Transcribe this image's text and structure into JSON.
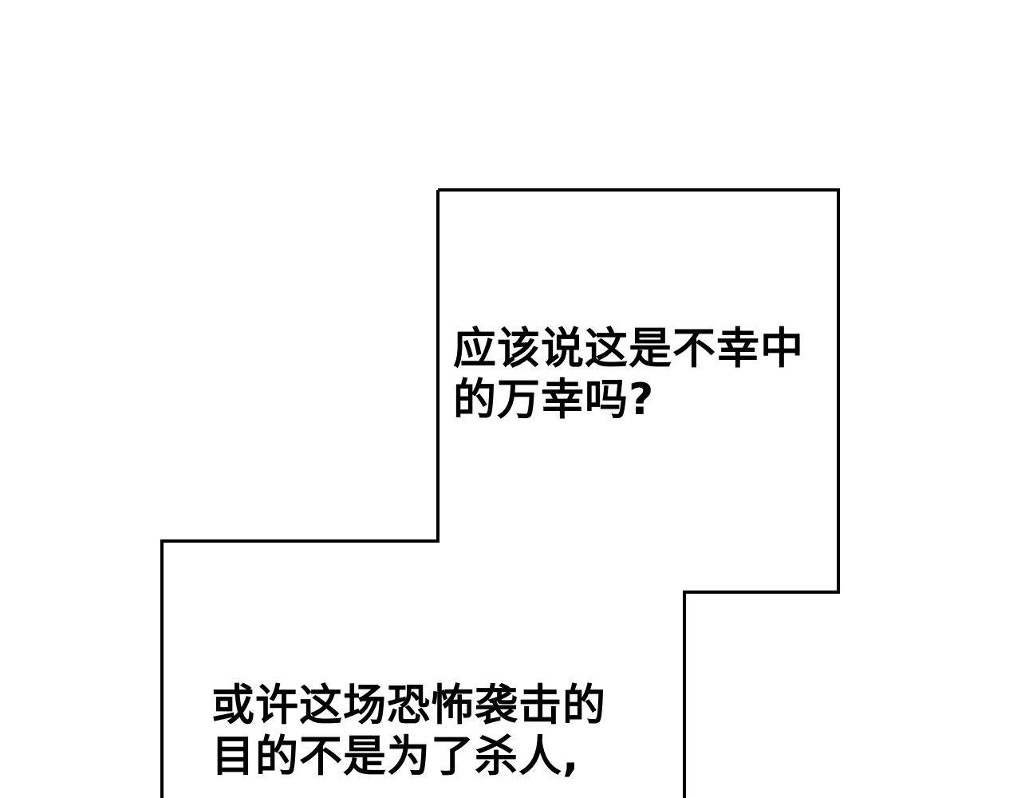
{
  "colors": {
    "background": "#ffffff",
    "box_border": "#000000",
    "text": "#000000"
  },
  "captions": {
    "top": {
      "line1": "应该说这是不幸中",
      "line2": "的万幸吗?"
    },
    "bottom": {
      "line1": "或许这场恐怖袭击的",
      "line2": "目的不是为了杀人,"
    }
  }
}
